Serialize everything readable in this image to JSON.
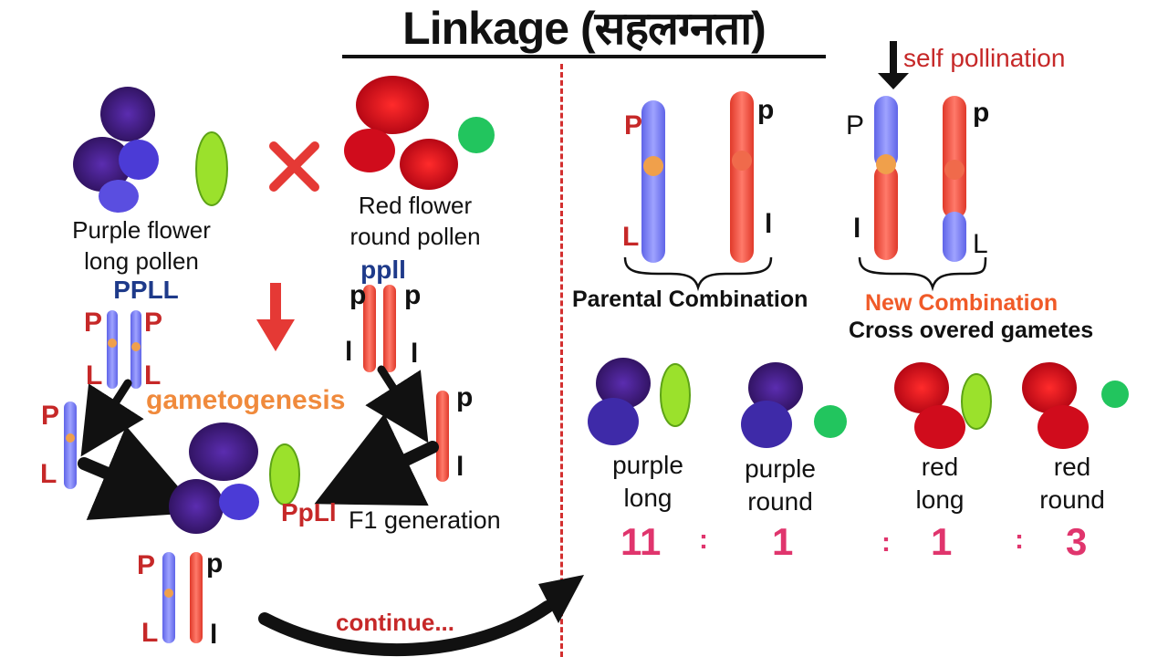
{
  "title": "Linkage (सहलग्नता)",
  "left": {
    "parent1_label_line1": "Purple flower",
    "parent1_label_line2": "long pollen",
    "parent1_genotype": "PPLL",
    "parent2_label_line1": "Red flower",
    "parent2_label_line2": "round pollen",
    "parent2_genotype": "ppll",
    "gametogenesis": "gametogenesis",
    "f1_genotype": "PpLl",
    "f1_label": "F1 generation",
    "continue": "continue...",
    "alleles": {
      "P": "P",
      "L": "L",
      "p": "p",
      "l": "l"
    }
  },
  "right": {
    "self_pollination": "self pollination",
    "parental_combination": "Parental Combination",
    "new_combination": "New Combination",
    "cross_overed": "Cross overed gametes",
    "offspring": [
      {
        "line1": "purple",
        "line2": "long",
        "ratio": "11"
      },
      {
        "line1": "purple",
        "line2": "round",
        "ratio": "1"
      },
      {
        "line1": "red",
        "line2": "long",
        "ratio": "1"
      },
      {
        "line1": "red",
        "line2": "round",
        "ratio": "3"
      }
    ],
    "ratio_separator": ":"
  },
  "colors": {
    "purple_chromosome": "#7b7ff0",
    "red_chromosome": "#ef4a3a",
    "centromere": "#f0a04b",
    "cross_mark": "#e53935",
    "divider": "#d32f2f",
    "ratio": "#e0356d",
    "genotype_blue": "#1e3a8a",
    "allele_red": "#c62828",
    "gametogenesis": "#f08a3c",
    "long_pollen": "#9be12c",
    "round_pollen": "#22c55e"
  },
  "icons": [
    "purple-flower-icon",
    "red-flower-icon",
    "long-pollen-icon",
    "round-pollen-icon",
    "cross-icon",
    "arrow-icon",
    "chromosome-icon",
    "brace-icon"
  ]
}
